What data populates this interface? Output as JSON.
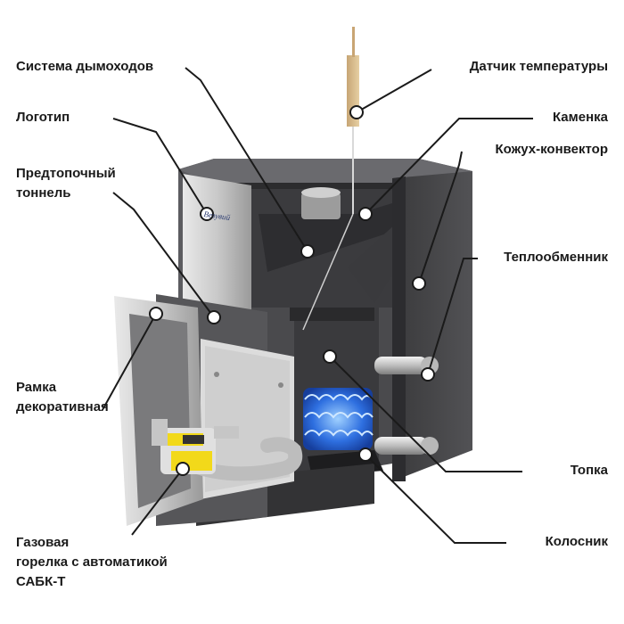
{
  "diagram": {
    "logo_text": "Везувий",
    "labels": {
      "chimney": "Система дымоходов",
      "logo": "Логотип",
      "tunnel_1": "Предтопочный",
      "tunnel_2": "тоннель",
      "frame_1": "Рамка",
      "frame_2": "декоративная",
      "burner_1": "Газовая",
      "burner_2": "горелка с автоматикой",
      "burner_3": "САБК-Т",
      "sensor": "Датчик температуры",
      "kamenka": "Каменка",
      "casing": "Кожух-конвектор",
      "exchanger": "Теплообменник",
      "firebox": "Топка",
      "grate": "Колосник"
    }
  }
}
